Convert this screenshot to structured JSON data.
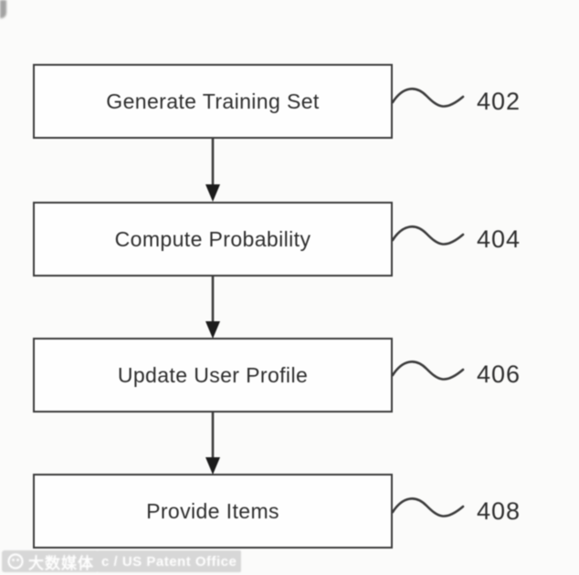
{
  "figure": {
    "type": "flowchart",
    "steps": [
      {
        "label": "Generate Training Set",
        "ref": "402"
      },
      {
        "label": "Compute Probability",
        "ref": "404"
      },
      {
        "label": "Update User Profile",
        "ref": "406"
      },
      {
        "label": "Provide Items",
        "ref": "408"
      }
    ]
  },
  "watermark": {
    "site_text": "大数媒体",
    "credit_text": "c / US Patent Office"
  },
  "colors": {
    "line": "#3c3c3c",
    "text": "#2e2e2e",
    "background": "#fbfbfa",
    "watermark_bg": "#d4d4d4",
    "watermark_text": "#ffffff"
  }
}
